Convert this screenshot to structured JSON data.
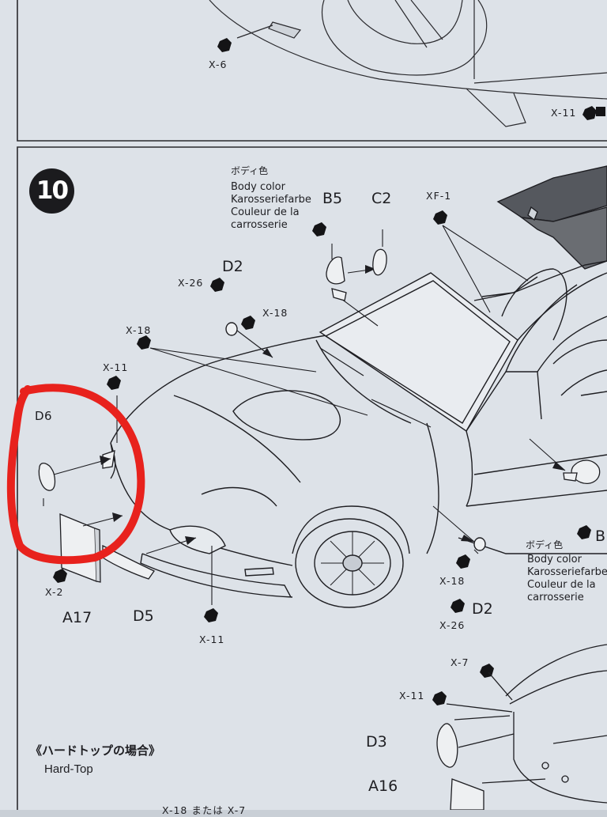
{
  "step": {
    "number": "10"
  },
  "body_color_left": {
    "jp": "ボディ色",
    "lines": [
      "Body color",
      "Karosseriefarbe",
      "Couleur de la",
      "carrosserie"
    ]
  },
  "body_color_right": {
    "jp": "ボディ色",
    "lines": [
      "Body color",
      "Karosseriefarbe",
      "Couleur de la",
      "carrosserie"
    ]
  },
  "labels": {
    "x6": "X-6",
    "x11_top": "X-11",
    "b5": "B5",
    "c2": "C2",
    "xf1": "XF-1",
    "x26_a": "X-26",
    "d2_a": "D2",
    "x18_a": "X-18",
    "x18_b": "X-18",
    "x11_left": "X-11",
    "d6": "D6",
    "x2": "X-2",
    "a17": "A17",
    "d5": "D5",
    "x11_bottom": "X-11",
    "x18_c": "X-18",
    "d2_b": "D2",
    "x26_b": "X-26",
    "b_cut": "B",
    "x7": "X-7",
    "x11_lower": "X-11",
    "d3": "D3",
    "a16": "A16"
  },
  "hardtop": {
    "heading": "《ハードトップの場合》",
    "label": "Hard-Top"
  },
  "bottom_cut": "X-18 または X-7",
  "highlight_color": "#e8221d",
  "ink_color": "#1e1e22"
}
